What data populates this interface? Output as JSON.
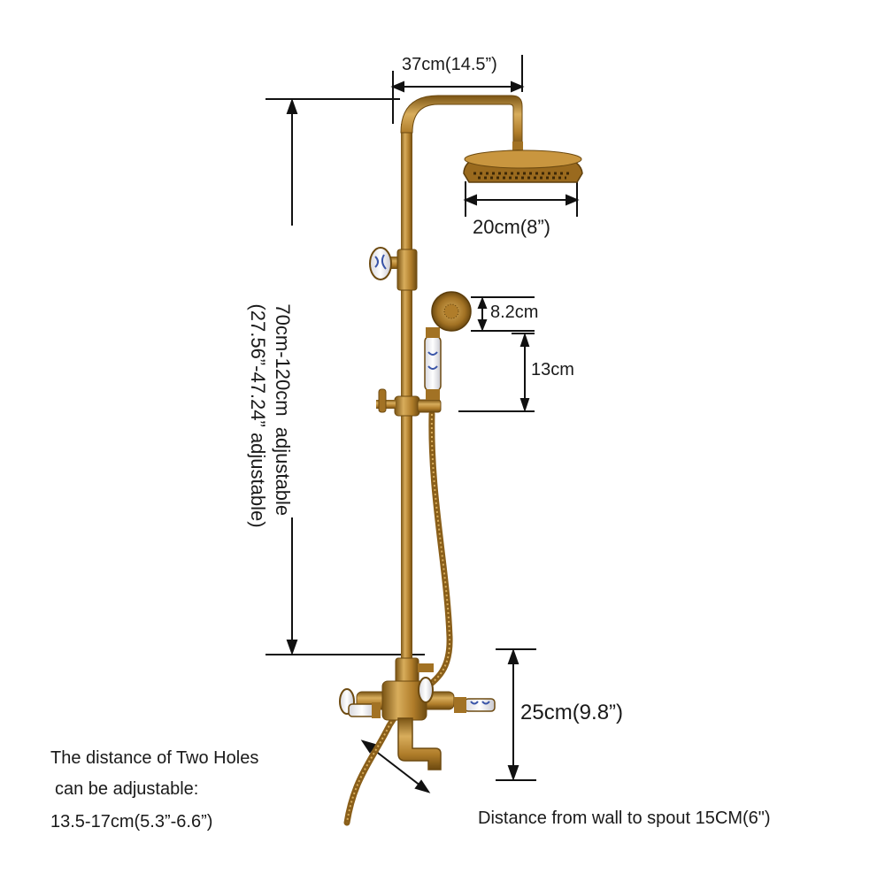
{
  "dimensions": {
    "arm_length": "37cm(14.5”)",
    "head_diameter": "20cm(8”)",
    "handheld_head": "8.2cm",
    "handheld_handle": "13cm",
    "height_range": "70cm-120cm  adjustable",
    "height_range_inches": "(27.56”-47.24” adjustable)",
    "mixer_height": "25cm(9.8”)"
  },
  "notes": {
    "holes_line1": "The distance of Two Holes",
    "holes_line2": "can be adjustable:",
    "holes_line3": "13.5-17cm(5.3”-6.6”)",
    "spout_distance": "Distance from wall to spout 15CM(6\")"
  },
  "colors": {
    "brass": "#b07d2a",
    "brass_dark": "#7a5414",
    "brass_light": "#d8ad5c",
    "porcelain": "#f2f2f4",
    "porcelain_blue": "#3a55a8",
    "line": "#111111"
  }
}
